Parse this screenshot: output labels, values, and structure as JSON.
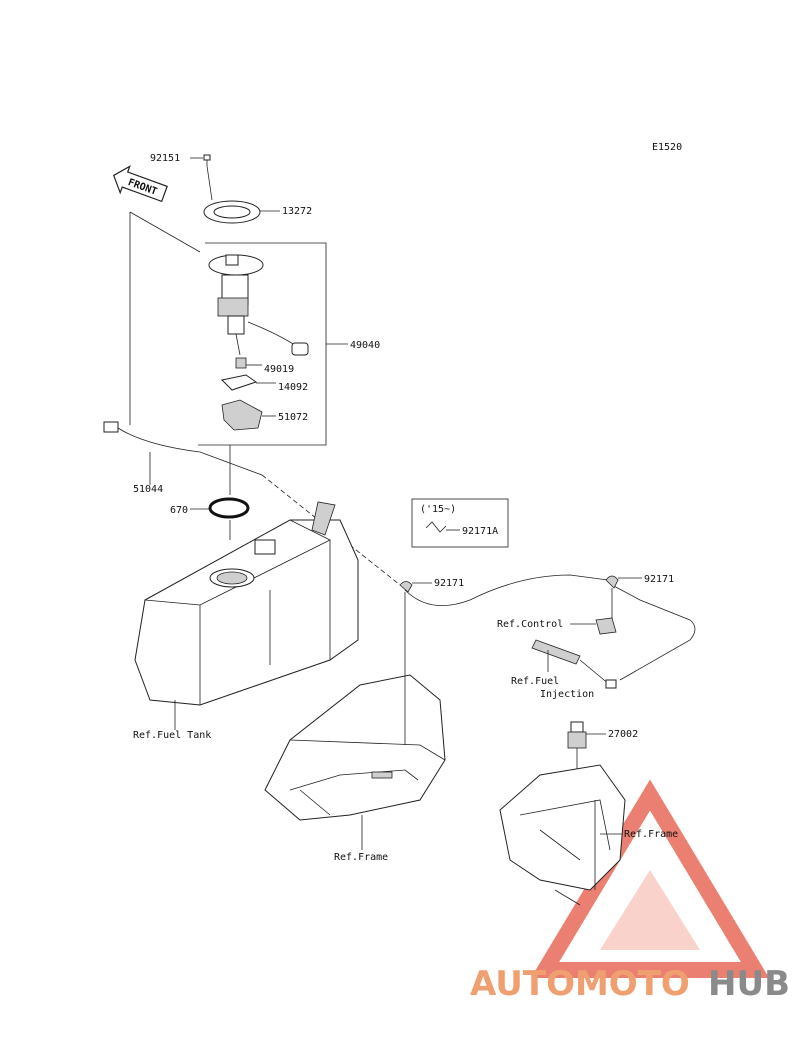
{
  "diagram": {
    "code": "E1520",
    "front_label": "FRONT",
    "parts": {
      "p92151": "92151",
      "p13272": "13272",
      "p49040": "49040",
      "p49019": "49019",
      "p14092": "14092",
      "p51072": "51072",
      "p51044": "51044",
      "p670": "670",
      "p92171a_box": "('15~)",
      "p92171a": "92171A",
      "p92171_left": "92171",
      "p92171_right": "92171",
      "p27002": "27002"
    },
    "refs": {
      "fuel_tank": "Ref.Fuel Tank",
      "control": "Ref.Control",
      "fuel_injection_1": "Ref.Fuel",
      "fuel_injection_2": "Injection",
      "frame_left": "Ref.Frame",
      "frame_right": "Ref.Frame"
    }
  },
  "watermark": {
    "part1": "AUTOMOTO",
    "part2": "HUB",
    "color1": "#f0a070",
    "color2": "#8a8a8a",
    "logo_color": "#e86a5a"
  }
}
